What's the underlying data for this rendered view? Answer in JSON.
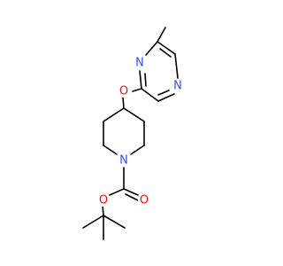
{
  "molecule": {
    "atoms": [
      {
        "label": "N",
        "element": "nitrogen"
      },
      {
        "label": "N",
        "element": "nitrogen"
      },
      {
        "label": "O",
        "element": "oxygen"
      },
      {
        "label": "N",
        "element": "nitrogen"
      },
      {
        "label": "O",
        "element": "oxygen"
      },
      {
        "label": "O",
        "element": "oxygen"
      }
    ],
    "colors": {
      "bond": "#000000",
      "nitrogen": "#3050F8",
      "oxygen": "#FF0D0D"
    }
  }
}
